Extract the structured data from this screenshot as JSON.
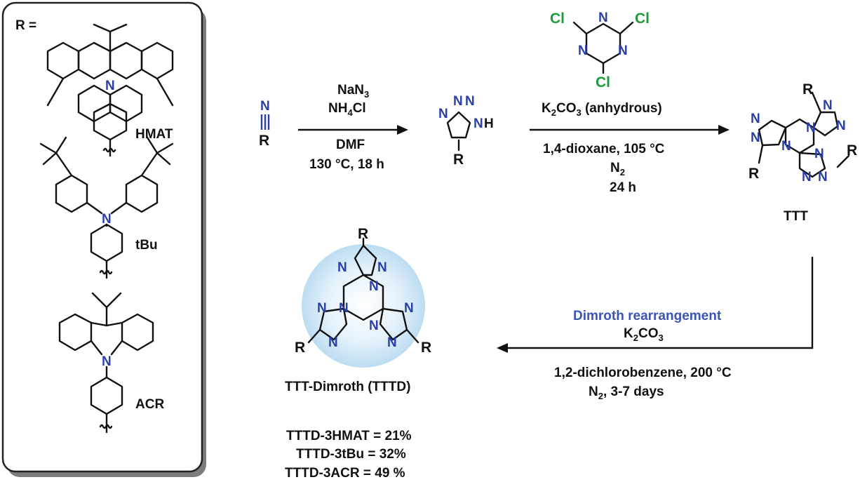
{
  "r_panel": {
    "label": "R =",
    "substituents": [
      {
        "name": "HMAT"
      },
      {
        "name": "tBu"
      },
      {
        "name": "ACR"
      }
    ]
  },
  "step1": {
    "reagents": [
      "NaN",
      "3",
      "NH",
      "4",
      "Cl"
    ],
    "conditions": [
      "DMF",
      "130 °C, 18 h"
    ]
  },
  "nitrile": {
    "atom_N": "N",
    "atom_R": "R"
  },
  "tetrazole": {
    "atom_N": "N",
    "atom_H": "H",
    "atom_R": "R"
  },
  "cyanuric_chloride": {
    "atom_Cl": "Cl",
    "atom_N": "N"
  },
  "step2": {
    "reagent_main": "K",
    "reagent_sub": "2",
    "reagent_mid": "CO",
    "reagent_sub2": "3",
    "reagent_tail": " (anhydrous)",
    "conditions": [
      "1,4-dioxane, 105 °C",
      "N",
      "2",
      "24 h"
    ]
  },
  "ttt": {
    "label": "TTT",
    "atom_R": "R",
    "atom_N": "N"
  },
  "step3": {
    "title": "Dimroth rearrangement",
    "reagent": [
      "K",
      "2",
      "CO",
      "3"
    ],
    "conditions": [
      "1,2-dichlorobenzene, 200 °C",
      "N",
      "2",
      ", 3-7 days"
    ]
  },
  "tttd": {
    "label": "TTT-Dimroth (TTTD)",
    "atom_R": "R",
    "atom_N": "N",
    "yields": [
      "TTTD-3HMAT = 21%",
      "TTTD-3tBu = 32%",
      "TTTD-3ACR = 49 %"
    ]
  },
  "colors": {
    "nitrogen": "#2a3fa8",
    "chlorine": "#1f9a3a",
    "dimroth_title": "#3c54b5",
    "glow": "#cfe6f7"
  }
}
